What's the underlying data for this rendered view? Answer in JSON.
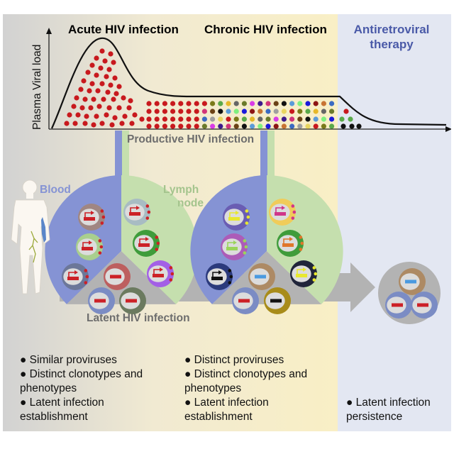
{
  "phases": [
    {
      "title": "Acute HIV infection",
      "color": "#000000"
    },
    {
      "title": "Chronic HIV infection",
      "color": "#000000"
    },
    {
      "title_lines": [
        "Antiretroviral",
        "therapy"
      ],
      "color": "#4a5aa8"
    }
  ],
  "axis": {
    "ylabel": "Plasma Viral load"
  },
  "labels": {
    "productive": "Productive HIV infection",
    "latent": "Latent HIV infection",
    "blood": "Blood",
    "lymph_lines": [
      "Lymph",
      "node"
    ]
  },
  "colors": {
    "acute_bg_left": "#d4d4d4",
    "chronic_bg": "#f7efc8",
    "art_bg": "#e3e7f2",
    "blood": "#8593d4",
    "lymph": "#c5dfae",
    "latent_gray": "#b3b3b3",
    "provirus_red": "#cc2127",
    "dot_red": "#c8191e"
  },
  "chronic_dot_palette": [
    "#7ff07f",
    "#d93de6",
    "#c8191e",
    "#1a1adb",
    "#3d1a8c",
    "#7a7a1a",
    "#8c1414",
    "#d1357a",
    "#5aa94a",
    "#c87433",
    "#6b4216",
    "#e6b829",
    "#3b6bc2",
    "#111111",
    "#666666",
    "#a0a0a0",
    "#5b9bd9",
    "#6b7a2b",
    "#e8d55f"
  ],
  "bullets": {
    "acute": [
      "● Similar proviruses",
      "● Distinct clonotypes and",
      "phenotypes",
      "● Latent infection",
      "establishment"
    ],
    "chronic": [
      "● Distinct proviruses",
      "● Distinct clonotypes and",
      "phenotypes",
      "● Latent infection",
      "establishment"
    ],
    "art": [
      "● Latent infection",
      "persistence"
    ]
  }
}
